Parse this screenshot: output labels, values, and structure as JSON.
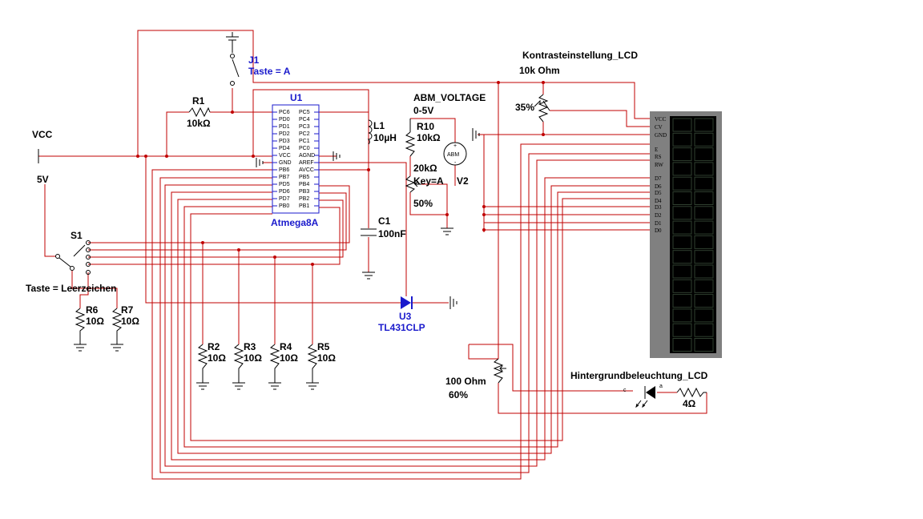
{
  "labels": {
    "vcc": "VCC",
    "vcc_value": "5V",
    "j1": "J1",
    "j1_key": "Taste = A",
    "r1": "R1",
    "r1_value": "10kΩ",
    "u1": "U1",
    "u1_part": "Atmega8A",
    "l1": "L1",
    "l1_value": "10µH",
    "c1": "C1",
    "c1_value": "100nF",
    "abm": "ABM_VOLTAGE",
    "abm_range": "0-5V",
    "r10": "R10",
    "r10_value": "10kΩ",
    "abm_symbol": "ABM",
    "v2": "V2",
    "pot_value": "20kΩ",
    "pot_key": "Key=A",
    "pot_pct": "50%",
    "contrast": "Kontrasteinstellung_LCD",
    "contrast_value": "10k Ohm",
    "contrast_pct": "35%",
    "s1": "S1",
    "s1_key": "Taste = Leerzeichen",
    "r6": "R6",
    "r7": "R7",
    "r2": "R2",
    "r3": "R3",
    "r4": "R4",
    "r5": "R5",
    "res10": "10Ω",
    "u3": "U3",
    "u3_part": "TL431CLP",
    "bl": "Hintergrundbeleuchtung_LCD",
    "bl_r": "4Ω",
    "pot2_value": "100 Ohm",
    "pot2_pct": "60%",
    "diode_c": "c",
    "diode_a": "a",
    "abm_plus": "+",
    "abm_minus": "-"
  },
  "u1_pins_left": [
    "PC6",
    "PD0",
    "PD1",
    "PD2",
    "PD3",
    "PD4",
    "VCC",
    "GND",
    "PB6",
    "PB7",
    "PD5",
    "PD6",
    "PD7",
    "PB0"
  ],
  "u1_pins_right": [
    "PC5",
    "PC4",
    "PC3",
    "PC2",
    "PC1",
    "PC0",
    "AGND",
    "AREF",
    "AVCC",
    "PB5",
    "PB4",
    "PB3",
    "PB2",
    "PB1"
  ],
  "lcd_pins": [
    "VCC",
    "CV",
    "GND",
    "E",
    "RS",
    "RW",
    "D7",
    "D6",
    "D5",
    "D4",
    "D3",
    "D2",
    "D1",
    "D0"
  ],
  "lcd_display": {
    "rows": 16,
    "cols": 2
  }
}
